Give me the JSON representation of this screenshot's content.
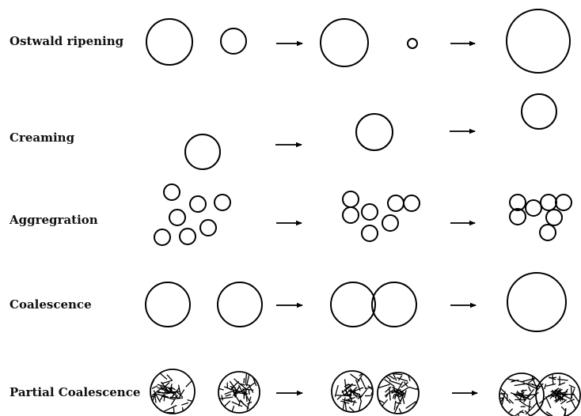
{
  "diagram": {
    "rows": [
      {
        "id": "ostwald",
        "label": "Ostwald ripening"
      },
      {
        "id": "creaming",
        "label": "Creaming"
      },
      {
        "id": "aggregation",
        "label": "Aggregration"
      },
      {
        "id": "coalescence",
        "label": "Coalescence"
      },
      {
        "id": "partial",
        "label": "Partial Coalescence"
      }
    ],
    "stroke_color": "#000000"
  }
}
